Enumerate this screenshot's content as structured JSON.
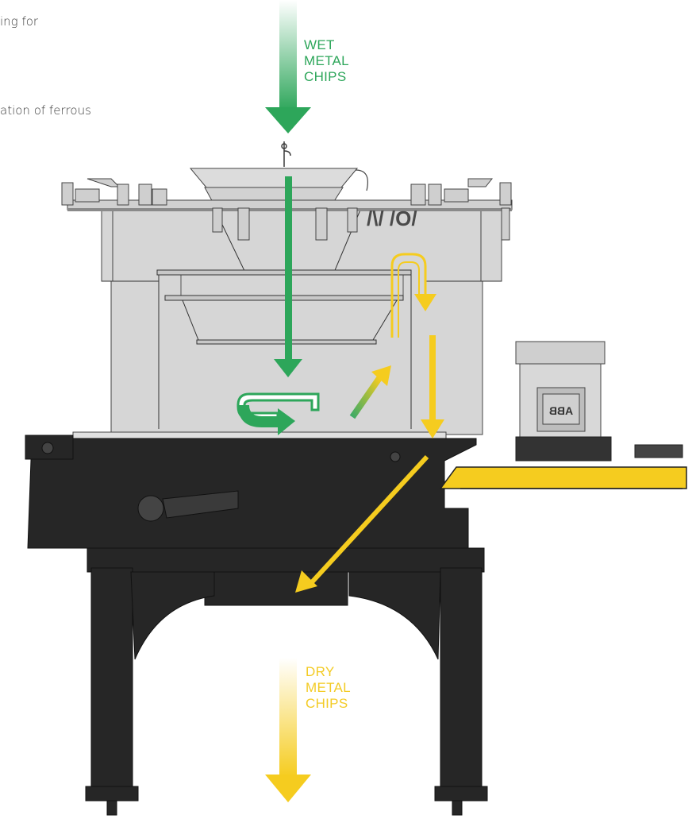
{
  "intro": {
    "line1": "ing for",
    "line2": "ation of ferrous"
  },
  "input_label": {
    "line1": "WET",
    "line2": "METAL",
    "line3": "CHIPS"
  },
  "output_label": {
    "line1": "DRY",
    "line2": "METAL",
    "line3": "CHIPS"
  },
  "motor_badge": "ABB",
  "lid_marking": "/\\/ /O/",
  "colors": {
    "wet_flow": "#2da65a",
    "dry_flow": "#f5cc1f",
    "housing": "#d6d6d6",
    "base": "#262626"
  }
}
